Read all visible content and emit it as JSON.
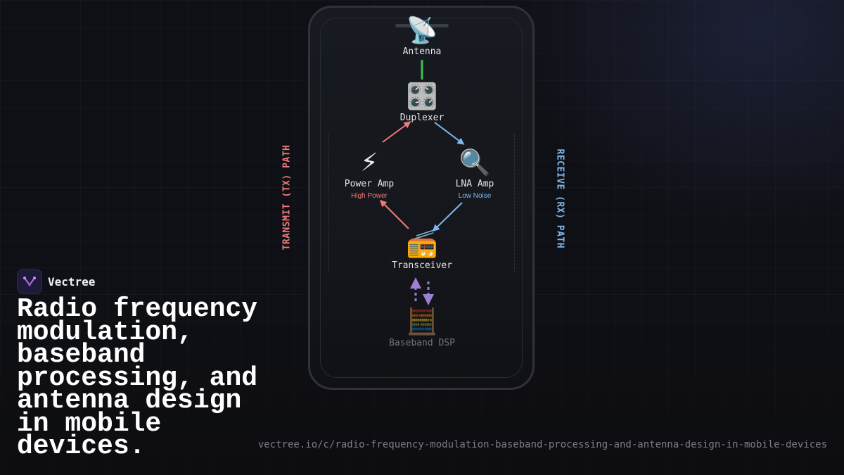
{
  "diagram": {
    "nodes": {
      "antenna": {
        "icon": "📡",
        "label": "Antenna"
      },
      "duplexer": {
        "icon": "🎛️",
        "label": "Duplexer"
      },
      "power_amp": {
        "icon": "⚡",
        "label": "Power Amp",
        "sub": "High Power"
      },
      "lna_amp": {
        "icon": "🔍",
        "label": "LNA Amp",
        "sub": "Low Noise"
      },
      "transceiver": {
        "icon": "📻",
        "label": "Transceiver"
      },
      "baseband": {
        "icon": "🧮",
        "label": "Baseband DSP"
      }
    },
    "tx_path_label": "TRANSMIT (TX) PATH",
    "rx_path_label": "RECEIVE (RX) PATH",
    "colors": {
      "tx": "#ef7b7b",
      "rx": "#7fb8ee",
      "antenna_link": "#3fbf4f",
      "baseband_link": "#9b7fd0"
    }
  },
  "brand": {
    "name": "Vectree",
    "logo_icon": "vectree-logo-icon"
  },
  "title": "Radio frequency modulation, baseband processing, and antenna design in mobile devices.",
  "url": "vectree.io/c/radio-frequency-modulation-baseband-processing-and-antenna-design-in-mobile-devices"
}
